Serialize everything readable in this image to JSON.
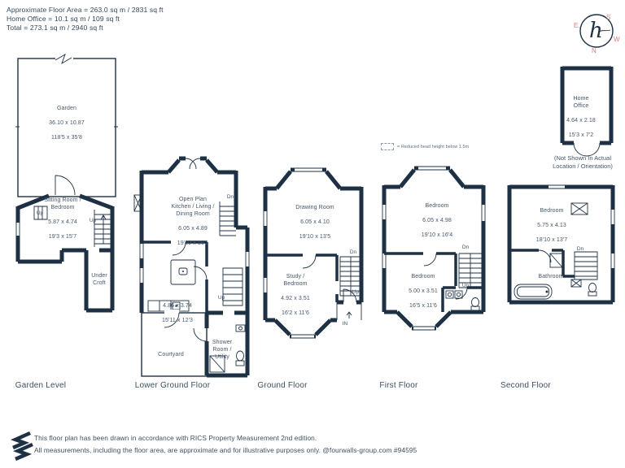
{
  "header": {
    "line1": "Approximate Floor Area = 263.0 sq m / 2831 sq ft",
    "line2": "Home Office = 10.1 sq m / 109 sq ft",
    "line3": "Total = 273.1 sq m / 2940 sq ft"
  },
  "compass": {
    "north": "N",
    "east": "E.",
    "south": "S",
    "west": "W",
    "monogram": "h"
  },
  "legend": {
    "text": "= Reduced head height below 1.5m"
  },
  "home_office": {
    "name": "Home\nOffice",
    "metric": "4.64 x 2.18",
    "imperial": "15'3 x 7'2",
    "note": "(Not Shown In Actual\nLocation / Orientation)"
  },
  "floors": [
    {
      "label": "Garden Level",
      "rooms": [
        {
          "name": "Garden",
          "metric": "36.10 x 10.87",
          "imperial": "118'5 x 35'8"
        },
        {
          "name": "Sitting Room /\nBedroom",
          "metric": "5.87 x 4.74",
          "imperial": "19'3 x 15'7"
        },
        {
          "name": "Under\nCroft"
        }
      ],
      "annotations": {
        "up_left": "Up",
        "up_right": "Up"
      }
    },
    {
      "label": "Lower Ground Floor",
      "rooms": [
        {
          "name": "Open Plan\nKitchen / Living /\nDining Room",
          "metric": "6.05 x 4.89",
          "imperial": "19'10 x 16'1"
        },
        {
          "metric": "4.86 x 3.74",
          "imperial": "15'11 x 12'3"
        },
        {
          "name": "Courtyard"
        },
        {
          "name": "Shower\nRoom /\nUtility"
        }
      ],
      "annotations": {
        "dn": "Dn",
        "up": "Up"
      }
    },
    {
      "label": "Ground Floor",
      "rooms": [
        {
          "name": "Drawing Room",
          "metric": "6.05 x 4.10",
          "imperial": "19'10 x 13'5"
        },
        {
          "name": "Study /\nBedroom",
          "metric": "4.92 x 3.51",
          "imperial": "16'2 x 11'6"
        }
      ],
      "annotations": {
        "dn": "Dn",
        "up": "Up",
        "in": "IN"
      }
    },
    {
      "label": "First Floor",
      "rooms": [
        {
          "name": "Bedroom",
          "metric": "6.05 x 4.98",
          "imperial": "19'10 x 16'4"
        },
        {
          "name": "Bedroom",
          "metric": "5.00 x 3.51",
          "imperial": "16'5 x 11'6"
        }
      ],
      "annotations": {
        "dn": "Dn",
        "up": "Up"
      }
    },
    {
      "label": "Second Floor",
      "rooms": [
        {
          "name": "Bedroom",
          "metric": "5.75 x 4.13",
          "imperial": "18'10 x 13'7"
        },
        {
          "name": "Bathroom"
        }
      ],
      "annotations": {
        "dn": "Dn"
      }
    }
  ],
  "footer": {
    "line1": "This floor plan has been drawn in accordance with RICS Property Measurement 2nd edition.",
    "line2": "All measurements, including the floor area, are approximate and for illustrative purposes only. @fourwalls-group.com #94595"
  },
  "colors": {
    "wall": "#1e3044",
    "label": "#45576b",
    "accent": "#d08179"
  }
}
